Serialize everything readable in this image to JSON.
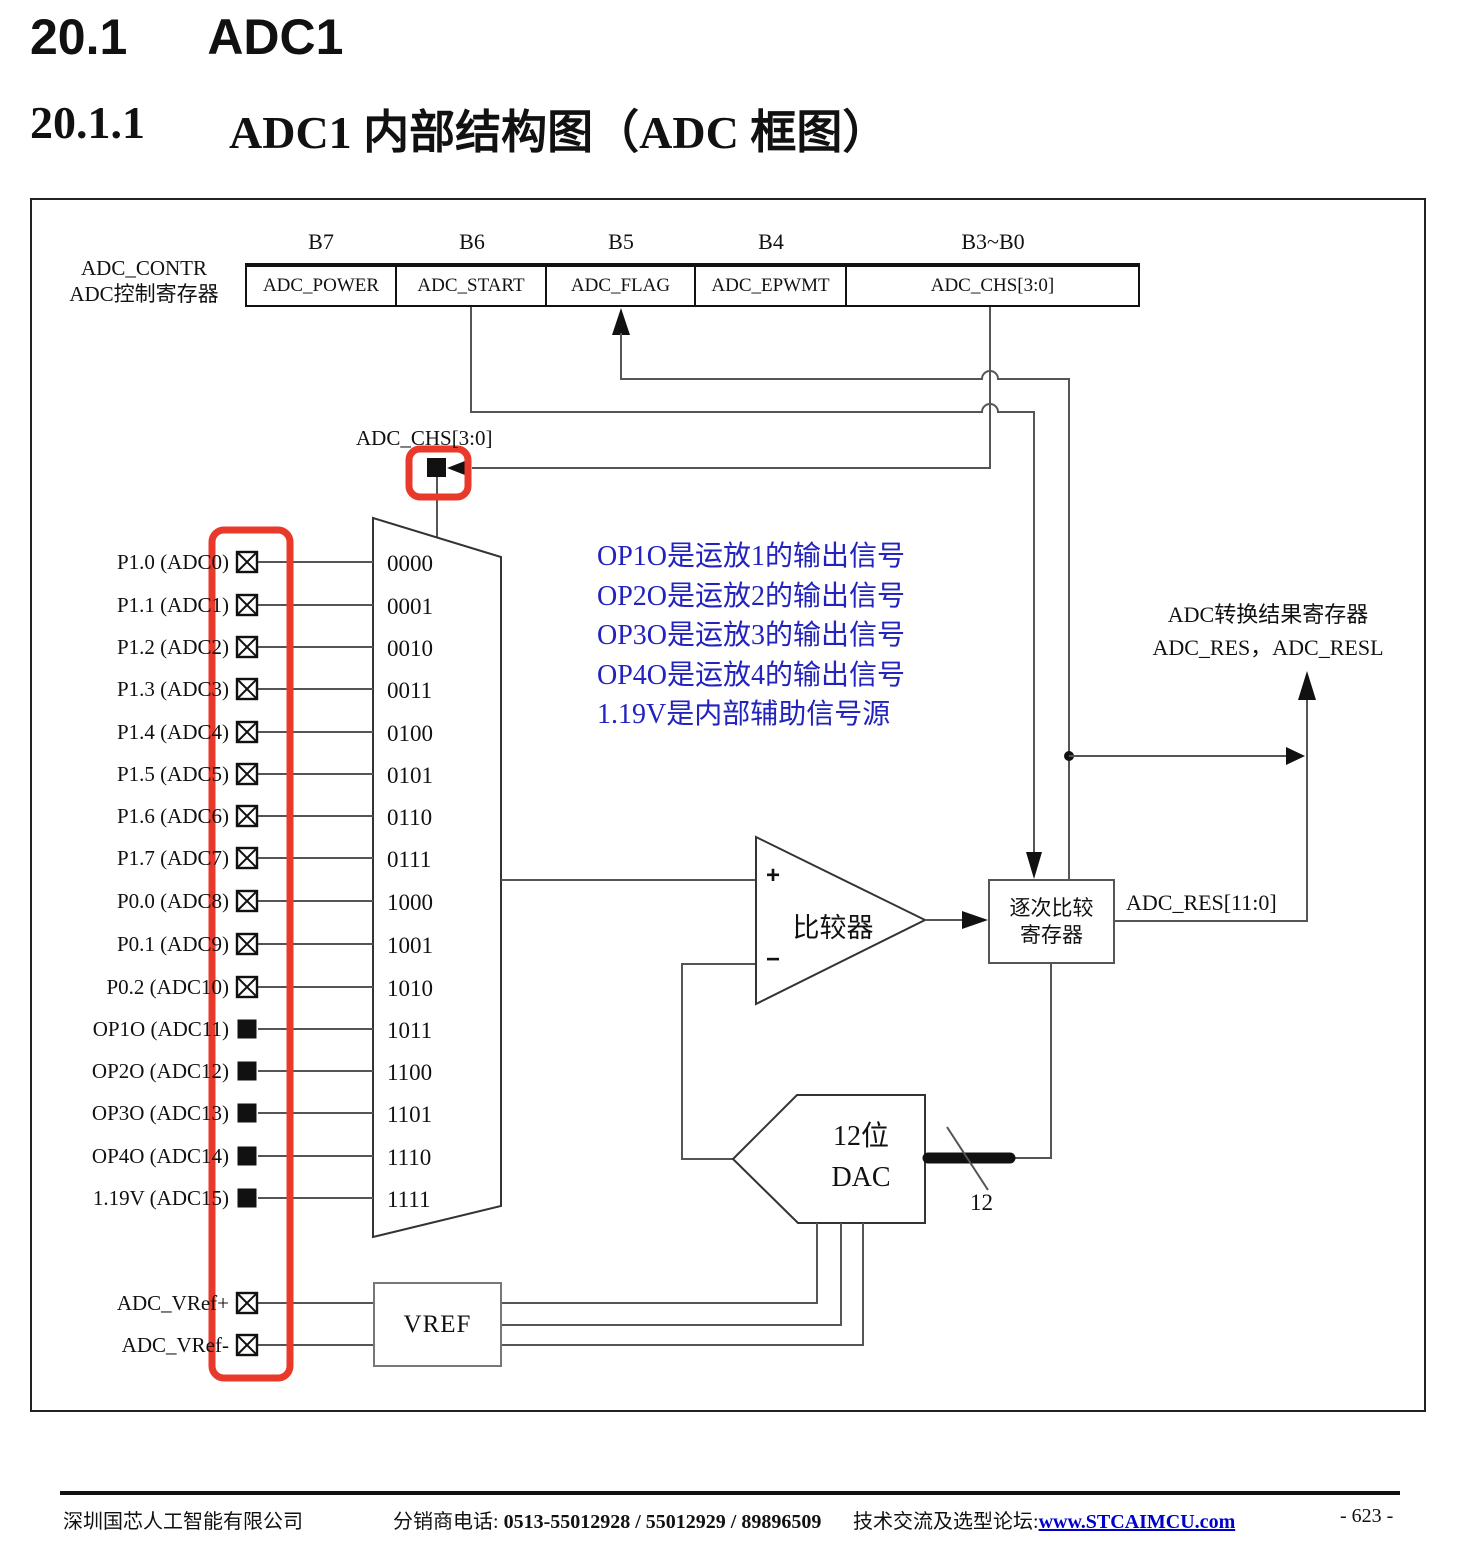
{
  "headings": {
    "section_number": "20.1",
    "section_title": "ADC1",
    "subsection_number": "20.1.1",
    "subsection_title": "ADC1 内部结构图（ADC 框图）"
  },
  "register": {
    "name_line1": "ADC_CONTR",
    "name_line2": "ADC控制寄存器",
    "bit_labels": [
      "B7",
      "B6",
      "B5",
      "B4",
      "B3~B0"
    ],
    "cells": [
      "ADC_POWER",
      "ADC_START",
      "ADC_FLAG",
      "ADC_EPWMT",
      "ADC_CHS[3:0]"
    ]
  },
  "mux": {
    "select_label": "ADC_CHS[3:0]",
    "inputs": [
      {
        "label": "P1.0 (ADC0)",
        "code": "0000",
        "symbol": "crossed"
      },
      {
        "label": "P1.1 (ADC1)",
        "code": "0001",
        "symbol": "crossed"
      },
      {
        "label": "P1.2 (ADC2)",
        "code": "0010",
        "symbol": "crossed"
      },
      {
        "label": "P1.3 (ADC3)",
        "code": "0011",
        "symbol": "crossed"
      },
      {
        "label": "P1.4 (ADC4)",
        "code": "0100",
        "symbol": "crossed"
      },
      {
        "label": "P1.5 (ADC5)",
        "code": "0101",
        "symbol": "crossed"
      },
      {
        "label": "P1.6 (ADC6)",
        "code": "0110",
        "symbol": "crossed"
      },
      {
        "label": "P1.7 (ADC7)",
        "code": "0111",
        "symbol": "crossed"
      },
      {
        "label": "P0.0 (ADC8)",
        "code": "1000",
        "symbol": "crossed"
      },
      {
        "label": "P0.1 (ADC9)",
        "code": "1001",
        "symbol": "crossed"
      },
      {
        "label": "P0.2 (ADC10)",
        "code": "1010",
        "symbol": "crossed"
      },
      {
        "label": "OP1O (ADC11)",
        "code": "1011",
        "symbol": "solid"
      },
      {
        "label": "OP2O (ADC12)",
        "code": "1100",
        "symbol": "solid"
      },
      {
        "label": "OP3O (ADC13)",
        "code": "1101",
        "symbol": "solid"
      },
      {
        "label": "OP4O (ADC14)",
        "code": "1110",
        "symbol": "solid"
      },
      {
        "label": "1.19V (ADC15)",
        "code": "1111",
        "symbol": "solid"
      }
    ]
  },
  "notes": [
    "OP1O是运放1的输出信号",
    "OP2O是运放2的输出信号",
    "OP3O是运放3的输出信号",
    "OP4O是运放4的输出信号",
    "1.19V是内部辅助信号源"
  ],
  "comparator": {
    "plus": "+",
    "minus": "−",
    "label": "比较器"
  },
  "sar": {
    "line1": "逐次比较",
    "line2": "寄存器"
  },
  "result": {
    "bus_label": "ADC_RES[11:0]",
    "reg_line1": "ADC转换结果寄存器",
    "reg_line2": "ADC_RES，ADC_RESL"
  },
  "dac": {
    "line1": "12位",
    "line2": "DAC",
    "bus_width": "12"
  },
  "vref": {
    "label": "VREF",
    "inputs": [
      {
        "label": "ADC_VRef+",
        "symbol": "crossed"
      },
      {
        "label": "ADC_VRef-",
        "symbol": "crossed"
      }
    ]
  },
  "footer": {
    "company": "深圳国芯人工智能有限公司",
    "phone_label": "分销商电话: ",
    "phone": "0513-55012928 / 55012929 / 89896509",
    "forum_label": "技术交流及选型论坛:",
    "forum_link": "www.STCAIMCU.com",
    "page": "- 623 -"
  },
  "colors": {
    "note_blue": "#2222BE",
    "link_blue": "#0000CC",
    "highlight_red": "#E8392B"
  }
}
